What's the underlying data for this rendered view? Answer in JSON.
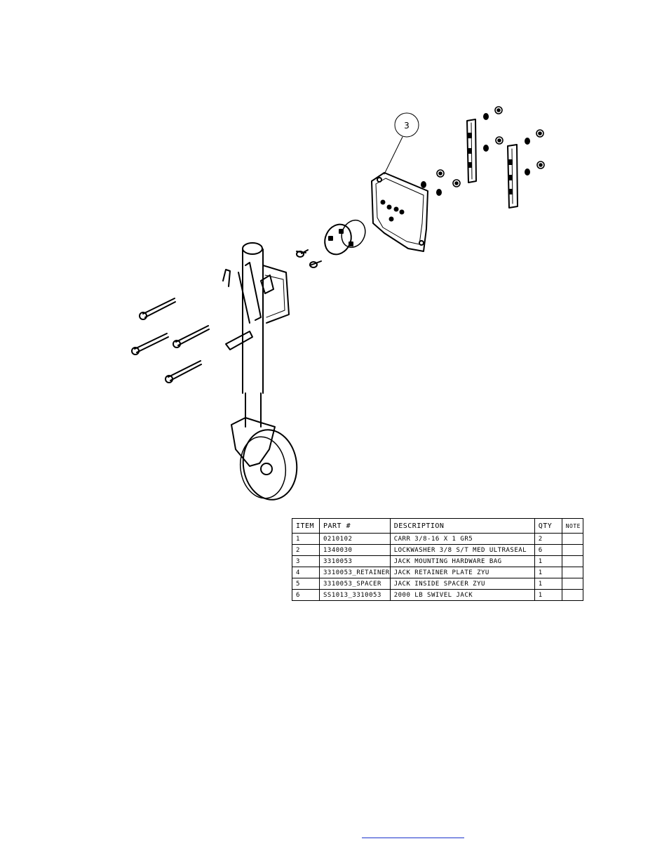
{
  "callout": {
    "label": "3"
  },
  "bom": {
    "headers": {
      "item": "ITEM",
      "part": "PART #",
      "desc": "DESCRIPTION",
      "qty": "QTY",
      "note": "NOTE"
    },
    "rows": [
      {
        "item": "1",
        "part": "0210102",
        "desc": "CARR 3/8-16 X 1 GR5",
        "qty": "2",
        "note": ""
      },
      {
        "item": "2",
        "part": "1340030",
        "desc": "LOCKWASHER 3/8 S/T MED ULTRASEAL",
        "qty": "6",
        "note": ""
      },
      {
        "item": "3",
        "part": "3310053",
        "desc": "JACK MOUNTING HARDWARE BAG",
        "qty": "1",
        "note": ""
      },
      {
        "item": "4",
        "part": "3310053_RETAINER",
        "desc": "JACK RETAINER PLATE ZYU",
        "qty": "1",
        "note": ""
      },
      {
        "item": "5",
        "part": "3310053_SPACER",
        "desc": "JACK INSIDE SPACER ZYU",
        "qty": "1",
        "note": ""
      },
      {
        "item": "6",
        "part": "SS1013_3310053",
        "desc": "2000 LB SWIVEL JACK",
        "qty": "1",
        "note": ""
      }
    ]
  }
}
